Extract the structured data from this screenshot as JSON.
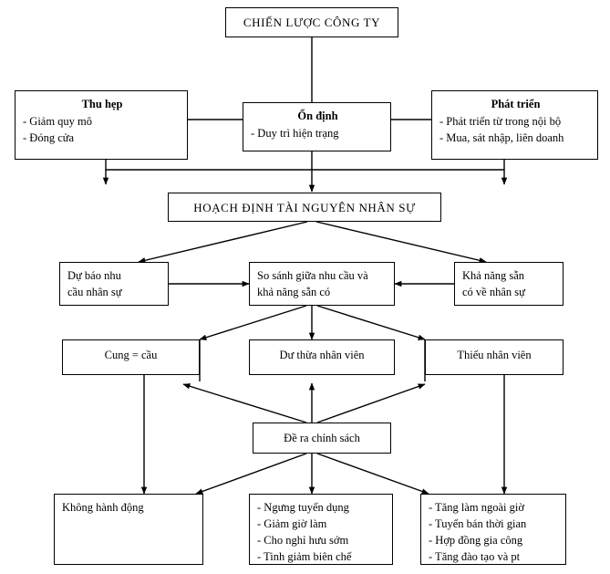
{
  "diagram": {
    "title": "CHIẾN LƯỢC CÔNG TY",
    "language": "vi",
    "type": "flowchart",
    "nodes": {
      "company_strategy": {
        "heading": "CHIẾN LƯỢC CÔNG TY"
      },
      "retrench": {
        "heading": "Thu hẹp",
        "items": [
          "- Giảm quy mô",
          "- Đóng cửa"
        ]
      },
      "stability": {
        "heading": "Ổn định",
        "items": [
          "- Duy trì hiện trạng"
        ]
      },
      "growth": {
        "heading": "Phát triển",
        "items": [
          "- Phát triển từ trong nội bộ",
          "- Mua, sát nhập, liên doanh"
        ]
      },
      "hr_planning": {
        "heading": "HOẠCH ĐỊNH TÀI NGUYÊN NHÂN SỰ"
      },
      "demand_forecast": {
        "line1": "Dự báo nhu",
        "line2": "cầu nhân sự"
      },
      "compare": {
        "line1": "So sánh giữa nhu cầu và",
        "line2": "khả năng sẵn có"
      },
      "supply_available": {
        "line1": "Khả năng sẵn",
        "line2": "có về nhân sự"
      },
      "balanced": {
        "label": "Cung = cầu"
      },
      "surplus": {
        "label": "Dư thừa nhân viên"
      },
      "shortage": {
        "label": "Thiếu nhân viên"
      },
      "policy": {
        "label": "Đề ra chính sách"
      },
      "no_action": {
        "label": "Không hành động"
      },
      "surplus_actions": {
        "items": [
          "- Ngưng tuyển dụng",
          "- Giảm giờ làm",
          "- Cho nghỉ hưu sớm",
          "- Tinh giảm biên chế"
        ]
      },
      "shortage_actions": {
        "items": [
          "- Tăng làm ngoài giờ",
          "- Tuyển bán thời gian",
          "- Hợp đồng gia công",
          "- Tăng đào tạo và pt"
        ]
      }
    },
    "colors": {
      "line": "#000000",
      "box_border": "#000000",
      "background": "#ffffff",
      "text": "#000000"
    }
  }
}
